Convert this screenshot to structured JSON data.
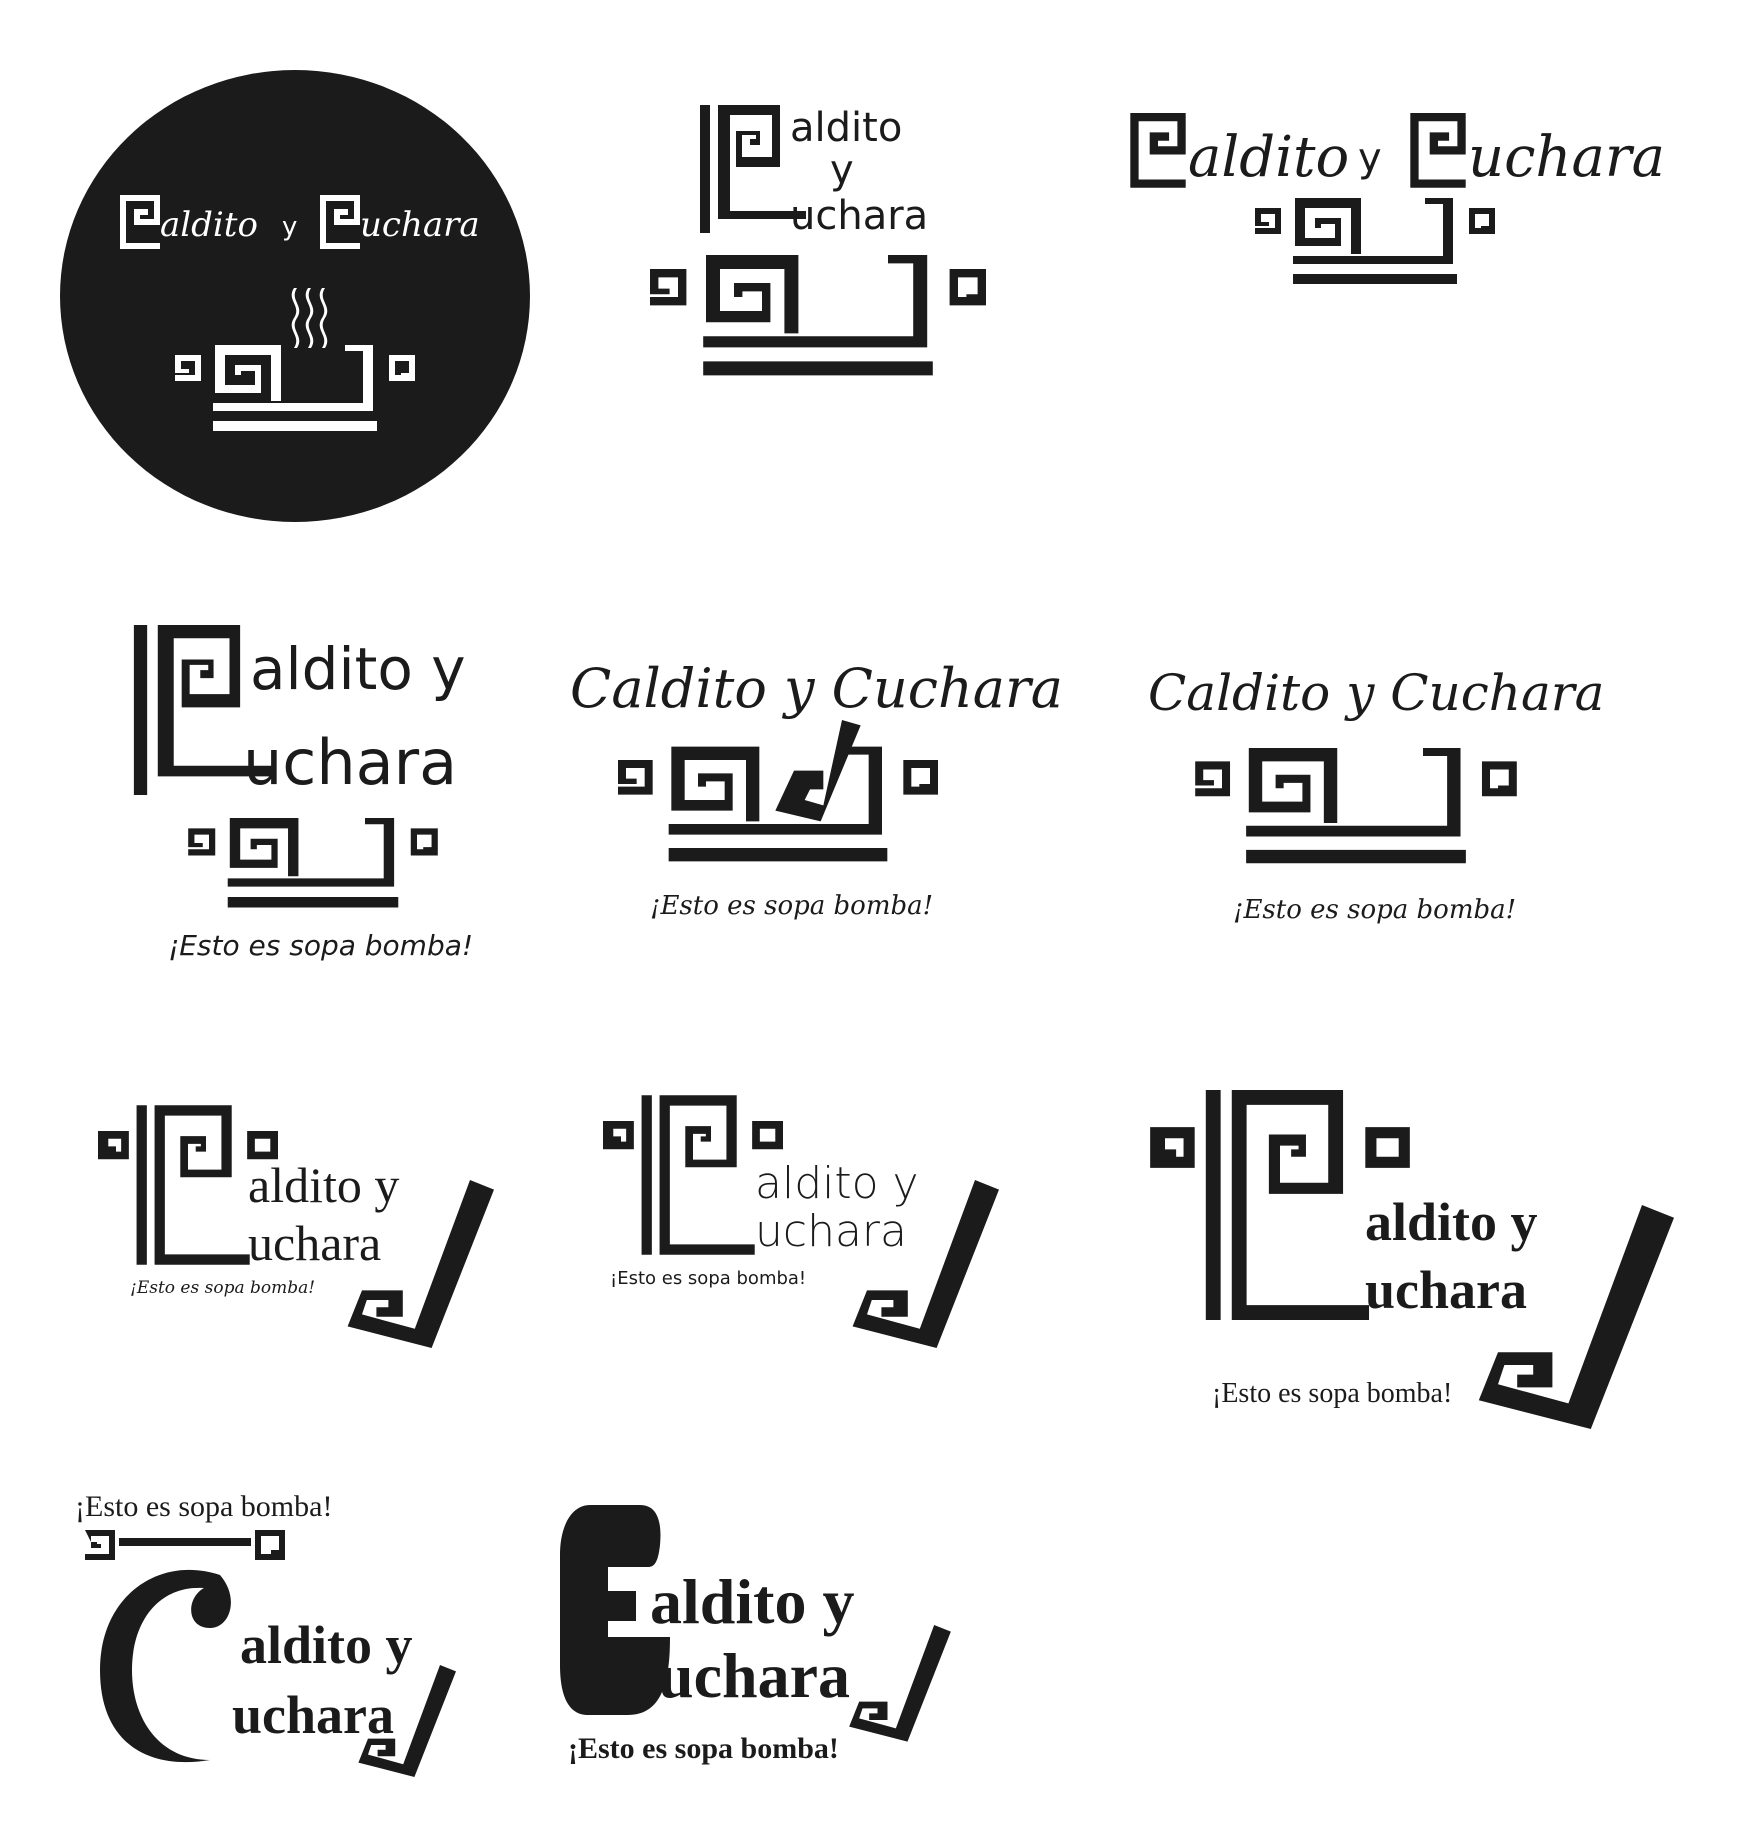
{
  "sheet": {
    "title": "Logo variations sheet",
    "colors": {
      "ink": "#1b1b1b",
      "paper": "#ffffff"
    }
  },
  "logos": [
    {
      "id": "v1",
      "variant": "circle-badge",
      "brand_parts": [
        "Caldito",
        "y",
        "Cuchara"
      ],
      "display": "aldito",
      "display2": "uchara",
      "connector": "y",
      "tagline": "",
      "icon": "fret-pot-with-steam-icon"
    },
    {
      "id": "v2",
      "variant": "stacked",
      "display": "aldito",
      "connector": "y",
      "display2": "uchara",
      "tagline": "",
      "icon": "fret-pot-icon"
    },
    {
      "id": "v3",
      "variant": "horizontal",
      "display": "aldito",
      "connector": "y",
      "display2": "uchara",
      "tagline": "",
      "icon": "fret-pot-icon"
    },
    {
      "id": "v4",
      "variant": "big-c",
      "display": "aldito y",
      "display2": "uchara",
      "tagline": "¡Esto es sopa bomba!",
      "icon": "fret-pot-icon"
    },
    {
      "id": "v5",
      "variant": "script-spoon",
      "display": "Caldito y Cuchara",
      "tagline": "¡Esto es sopa bomba!",
      "icon": "fret-pot-with-spoon-icon"
    },
    {
      "id": "v6",
      "variant": "script",
      "display": "Caldito y Cuchara",
      "tagline": "¡Esto es sopa bomba!",
      "icon": "fret-pot-icon"
    },
    {
      "id": "v7",
      "variant": "c-spoon",
      "display": "aldito y",
      "display2": "uchara",
      "tagline": "¡Esto es sopa bomba!",
      "icon": "spoon-icon"
    },
    {
      "id": "v8",
      "variant": "c-spoon-light",
      "display": "aldito y",
      "display2": "uchara",
      "tagline": "¡Esto es sopa bomba!",
      "icon": "spoon-icon"
    },
    {
      "id": "v9",
      "variant": "c-spoon-large",
      "display": "aldito y",
      "display2": "uchara",
      "tagline": "¡Esto es sopa bomba!",
      "icon": "spoon-icon"
    },
    {
      "id": "v10",
      "variant": "swash-c",
      "display": "aldito y",
      "display2": "uchara",
      "tagline": "¡Esto es sopa bomba!",
      "icon": "spoon-icon"
    },
    {
      "id": "v11",
      "variant": "bold-c",
      "display": "aldito y",
      "display2": "uchara",
      "tagline": "¡Esto es sopa bomba!",
      "icon": "spoon-icon"
    }
  ]
}
